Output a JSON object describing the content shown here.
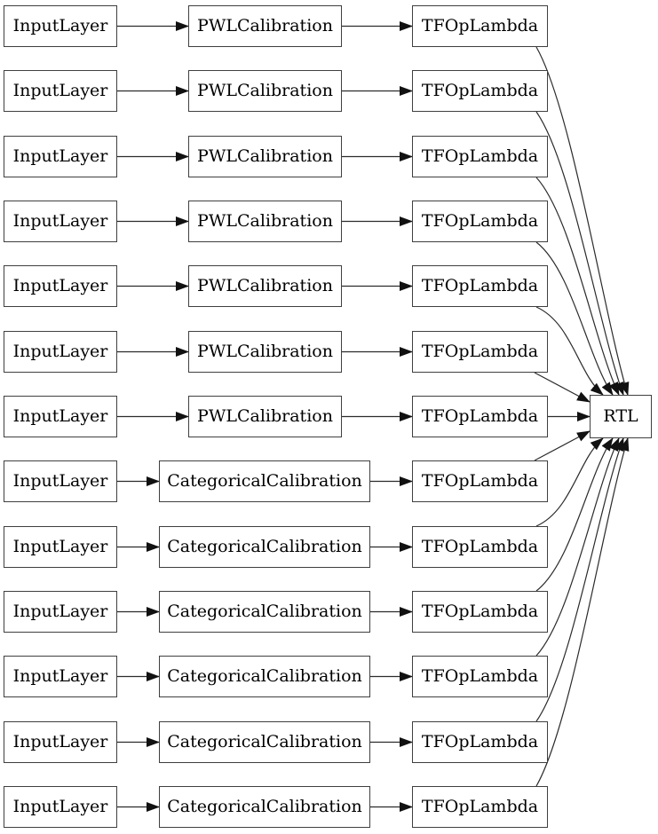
{
  "diagram": {
    "background_color": "#ffffff",
    "node_fill_color": "#ffffff",
    "node_border_color": "#3f3f3f",
    "edge_color": "#2b2b2b",
    "arrowhead_color": "#111111",
    "text_color": "#000000",
    "output_node": {
      "label": "RTL"
    },
    "rows": [
      {
        "input": "InputLayer",
        "calibration": "PWLCalibration",
        "type": "pwl",
        "lambda": "TFOpLambda"
      },
      {
        "input": "InputLayer",
        "calibration": "PWLCalibration",
        "type": "pwl",
        "lambda": "TFOpLambda"
      },
      {
        "input": "InputLayer",
        "calibration": "PWLCalibration",
        "type": "pwl",
        "lambda": "TFOpLambda"
      },
      {
        "input": "InputLayer",
        "calibration": "PWLCalibration",
        "type": "pwl",
        "lambda": "TFOpLambda"
      },
      {
        "input": "InputLayer",
        "calibration": "PWLCalibration",
        "type": "pwl",
        "lambda": "TFOpLambda"
      },
      {
        "input": "InputLayer",
        "calibration": "PWLCalibration",
        "type": "pwl",
        "lambda": "TFOpLambda"
      },
      {
        "input": "InputLayer",
        "calibration": "PWLCalibration",
        "type": "pwl",
        "lambda": "TFOpLambda"
      },
      {
        "input": "InputLayer",
        "calibration": "CategoricalCalibration",
        "type": "categorical",
        "lambda": "TFOpLambda"
      },
      {
        "input": "InputLayer",
        "calibration": "CategoricalCalibration",
        "type": "categorical",
        "lambda": "TFOpLambda"
      },
      {
        "input": "InputLayer",
        "calibration": "CategoricalCalibration",
        "type": "categorical",
        "lambda": "TFOpLambda"
      },
      {
        "input": "InputLayer",
        "calibration": "CategoricalCalibration",
        "type": "categorical",
        "lambda": "TFOpLambda"
      },
      {
        "input": "InputLayer",
        "calibration": "CategoricalCalibration",
        "type": "categorical",
        "lambda": "TFOpLambda"
      },
      {
        "input": "InputLayer",
        "calibration": "CategoricalCalibration",
        "type": "categorical",
        "lambda": "TFOpLambda"
      }
    ]
  }
}
